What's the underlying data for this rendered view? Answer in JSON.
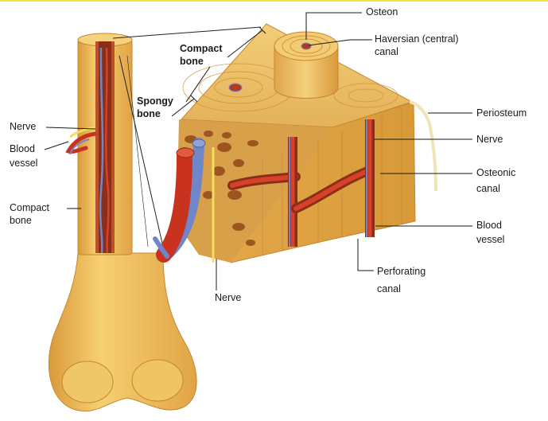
{
  "labels": {
    "osteon": "Osteon",
    "haversian_1": "Haversian (central)",
    "haversian_2": "canal",
    "compact_bone_top_1": "Compact",
    "compact_bone_top_2": "bone",
    "spongy_bone_1": "Spongy",
    "spongy_bone_2": "bone",
    "periosteum": "Periosteum",
    "nerve_right": "Nerve",
    "osteonic_1": "Osteonic",
    "osteonic_2": "canal",
    "blood_vessel_right_1": "Blood",
    "blood_vessel_right_2": "vessel",
    "perforating_1": "Perforating",
    "perforating_2": "canal",
    "nerve_bottom": "Nerve",
    "nerve_left": "Nerve",
    "blood_vessel_left_1": "Blood",
    "blood_vessel_left_2": "vessel",
    "compact_bone_left_1": "Compact",
    "compact_bone_left_2": "bone"
  },
  "colors": {
    "bone_light": "#f2c96a",
    "bone_mid": "#e3a93e",
    "bone_dark": "#c9862a",
    "artery": "#c8321f",
    "vein": "#6f86c9",
    "nerve": "#f4de5a",
    "marrow": "#7a2414",
    "accent_line": "#f3e23a"
  }
}
